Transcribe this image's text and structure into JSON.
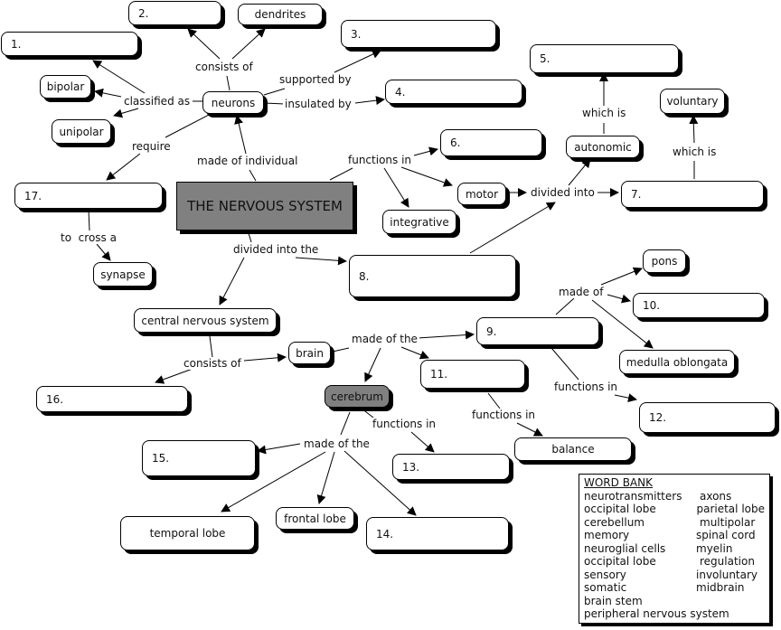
{
  "diagram": {
    "title": "THE NERVOUS SYSTEM",
    "nodes": {
      "n1": "1.",
      "n2": "2.",
      "n3": "3.",
      "n4": "4.",
      "n5": "5.",
      "n6": "6.",
      "n7": "7.",
      "n8": "8.",
      "n9": "9.",
      "n10": "10.",
      "n11": "11.",
      "n12": "12.",
      "n13": "13.",
      "n14": "14.",
      "n15": "15.",
      "n16": "16.",
      "n17": "17.",
      "dendrites": "dendrites",
      "bipolar": "bipolar",
      "unipolar": "unipolar",
      "neurons": "neurons",
      "synapse": "synapse",
      "integrative": "integrative",
      "motor": "motor",
      "autonomic": "autonomic",
      "voluntary": "voluntary",
      "cns": "central nervous system",
      "brain": "brain",
      "cerebrum": "cerebrum",
      "pons": "pons",
      "medulla": "medulla oblongata",
      "balance": "balance",
      "temporal": "temporal lobe",
      "frontal": "frontal lobe"
    },
    "links": {
      "consists_of_1": "consists of",
      "classified_as": "classified as",
      "supported_by": "supported by",
      "insulated_by": "insulated by",
      "require": "require",
      "made_of_individual": "made of individual",
      "functions_in_1": "functions in",
      "divided_into_1": "divided into",
      "which_is_1": "which is",
      "which_is_2": "which is",
      "to_cross_a": "to  cross a",
      "divided_into_the": "divided into the",
      "made_of_1": "made of",
      "consists_of_2": "consists of",
      "made_of_the_1": "made of the",
      "functions_in_2": "functions in",
      "functions_in_3": "functions in",
      "functions_in_4": "functions in",
      "made_of_the_2": "made of the"
    }
  },
  "word_bank": {
    "title": "WORD BANK",
    "rows": [
      [
        "neurotransmitters",
        "axons"
      ],
      [
        "occipital lobe",
        "parietal lobe"
      ],
      [
        "cerebellum",
        "multipolar"
      ],
      [
        "memory",
        "spinal cord"
      ],
      [
        "neuroglial cells",
        "myelin"
      ],
      [
        "occipital lobe",
        "regulation"
      ],
      [
        "sensory",
        "involuntary"
      ],
      [
        "somatic",
        "midbrain"
      ],
      [
        "brain stem",
        ""
      ],
      [
        "peripheral nervous system",
        ""
      ]
    ]
  }
}
